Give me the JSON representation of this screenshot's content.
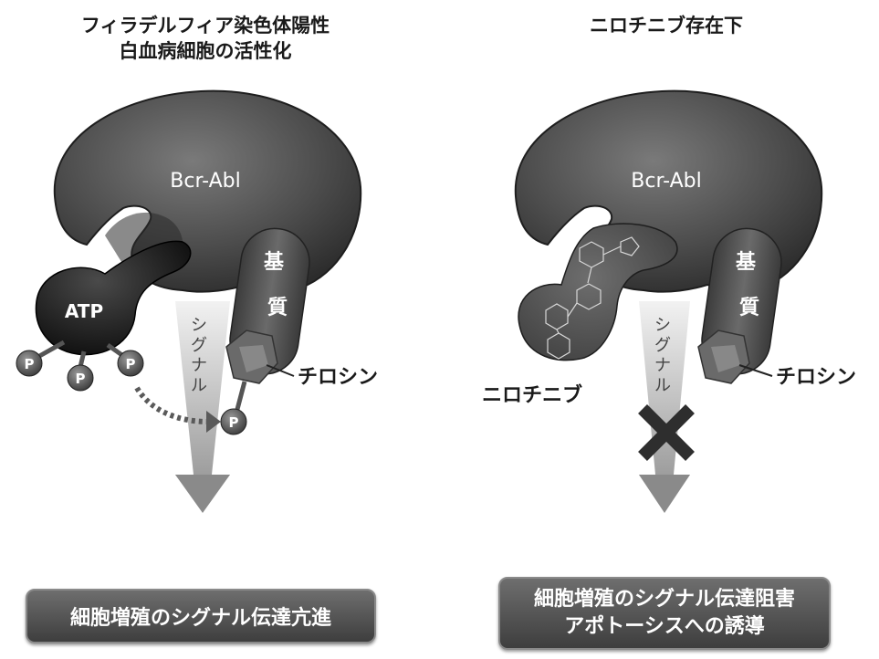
{
  "left_panel": {
    "title_line1": "フィラデルフィア染色体陽性",
    "title_line2": "白血病細胞の活性化",
    "protein": "Bcr-Abl",
    "atp": "ATP",
    "phosphate": "P",
    "signal": [
      "シ",
      "グ",
      "ナ",
      "ル"
    ],
    "substrate": [
      "基",
      "質"
    ],
    "tyrosine": "チロシン",
    "result": "細胞増殖のシグナル伝達亢進"
  },
  "right_panel": {
    "title": "ニロチニブ存在下",
    "protein": "Bcr-Abl",
    "drug": "ニロチニブ",
    "signal": [
      "シ",
      "グ",
      "ナ",
      "ル"
    ],
    "substrate": [
      "基",
      "質"
    ],
    "tyrosine": "チロシン",
    "result_line1": "細胞増殖のシグナル伝達阻害",
    "result_line2": "アポトーシスへの誘導"
  }
}
